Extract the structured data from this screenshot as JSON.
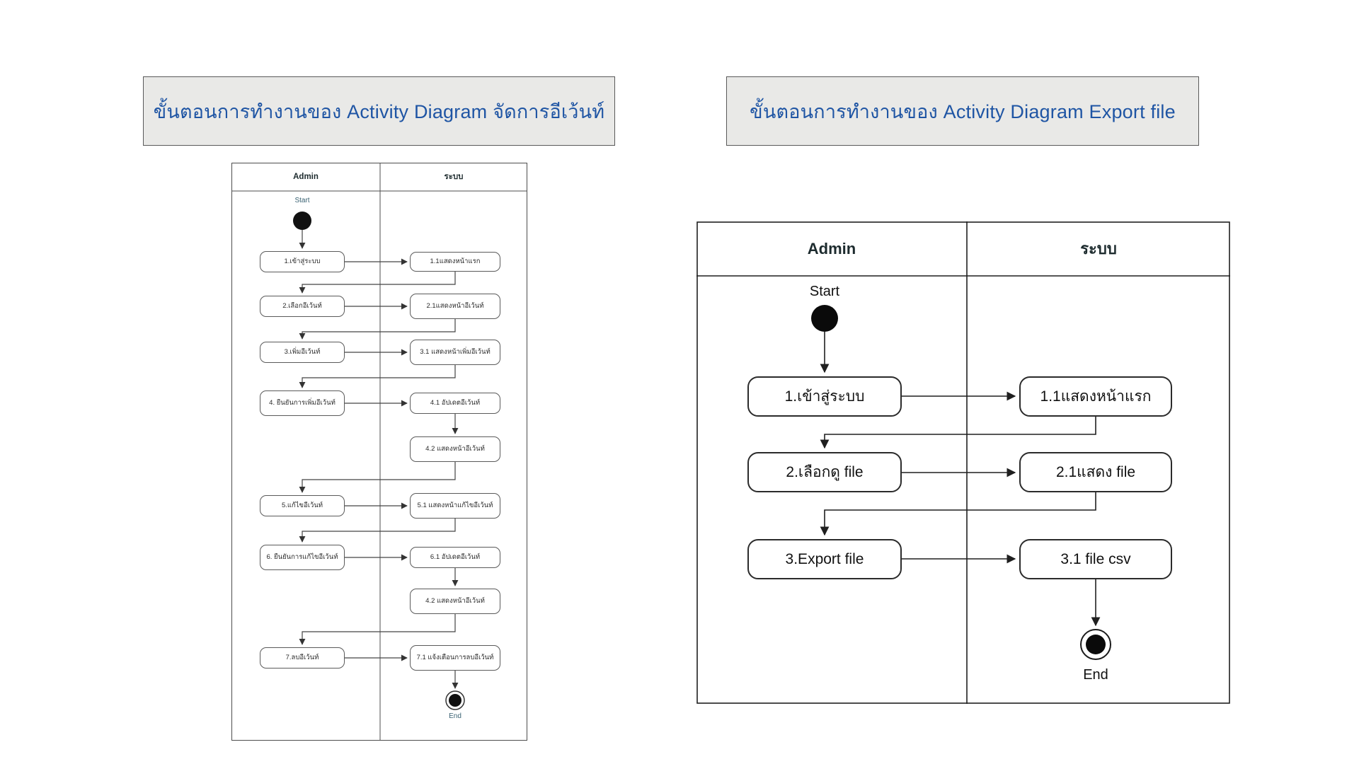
{
  "titles": {
    "left": "ขั้นตอนการทำงานของ Activity Diagram จัดการอีเว้นท์",
    "right": "ขั้นตอนการทำงานของ Activity Diagram Export file"
  },
  "colors": {
    "title_text": "#1f55a4",
    "title_bg": "#e9e9e7",
    "left_stroke": "#4d4d4d",
    "right_stroke": "#1f1f1f",
    "node_fill": "#ffffff"
  },
  "left_diagram": {
    "lane_headers": {
      "admin": "Admin",
      "system": "ระบบ"
    },
    "start_label": "Start",
    "end_label": "End",
    "nodes": {
      "l1": "1.เข้าสู่ระบบ",
      "r1": "1.1แสดงหน้าแรก",
      "l2": "2.เลือกอีเว้นท์",
      "r2": "2.1แสดงหน้าอีเว้นท์",
      "l3": "3.เพิ่มอีเว้นท์",
      "r3": "3.1 แสดงหน้าเพิ่มอีเว้นท์",
      "l4": "4. ยืนยันการเพิ่มอีเว้นท์",
      "r4": "4.1 อัปเดตอีเว้นท์",
      "r4_2": "4.2 แสดงหน้าอีเว้นท์",
      "l5": "5.แก้ไขอีเว้นท์",
      "r5": "5.1 แสดงหน้าแก้ไขอีเว้นท์",
      "l6": "6. ยืนยันการแก้ไขอีเว้นท์",
      "r6": "6.1 อัปเดตอีเว้นท์",
      "r4_2b": "4.2 แสดงหน้าอีเว้นท์",
      "l7": "7.ลบอีเว้นท์",
      "r7": "7.1 แจ้งเตือนการลบอีเว้นท์"
    }
  },
  "right_diagram": {
    "lane_headers": {
      "admin": "Admin",
      "system": "ระบบ"
    },
    "start_label": "Start",
    "end_label": "End",
    "nodes": {
      "a1": "1.เข้าสู่ระบบ",
      "s1": "1.1แสดงหน้าแรก",
      "a2": "2.เลือกดู file",
      "s2": "2.1แสดง file",
      "a3": "3.Export file",
      "s3": "3.1 file csv"
    }
  }
}
